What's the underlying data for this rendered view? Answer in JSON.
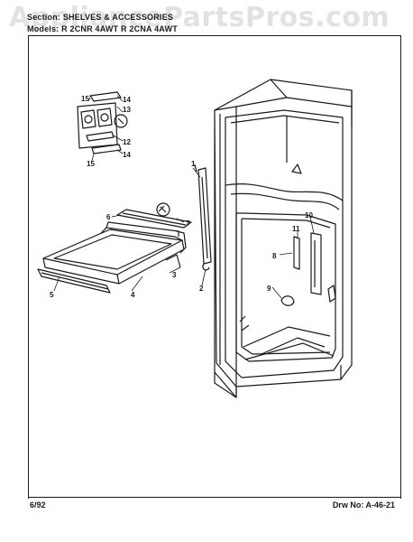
{
  "header": {
    "section_label": "Section:",
    "section_value": "SHELVES & ACCESSORIES",
    "models_label": "Models:",
    "models_value": "R 2CNR 4AWT  R 2CNA 4AWT"
  },
  "watermark": "AppliancePartsPros.com",
  "footer": {
    "date": "6/92",
    "drawing_number": "Drw No:  A-46-21"
  },
  "callouts": {
    "c1": "1",
    "c2": "2",
    "c3": "3",
    "c4": "4",
    "c5": "5",
    "c6": "6",
    "c7": "7",
    "c8": "8",
    "c9": "9",
    "c10": "10",
    "c11": "11",
    "c12": "12",
    "c13": "13",
    "c14a": "14",
    "c14b": "14",
    "c15a": "15",
    "c15b": "15"
  },
  "colors": {
    "ink": "#1a1a1a",
    "watermark": "#969696"
  }
}
